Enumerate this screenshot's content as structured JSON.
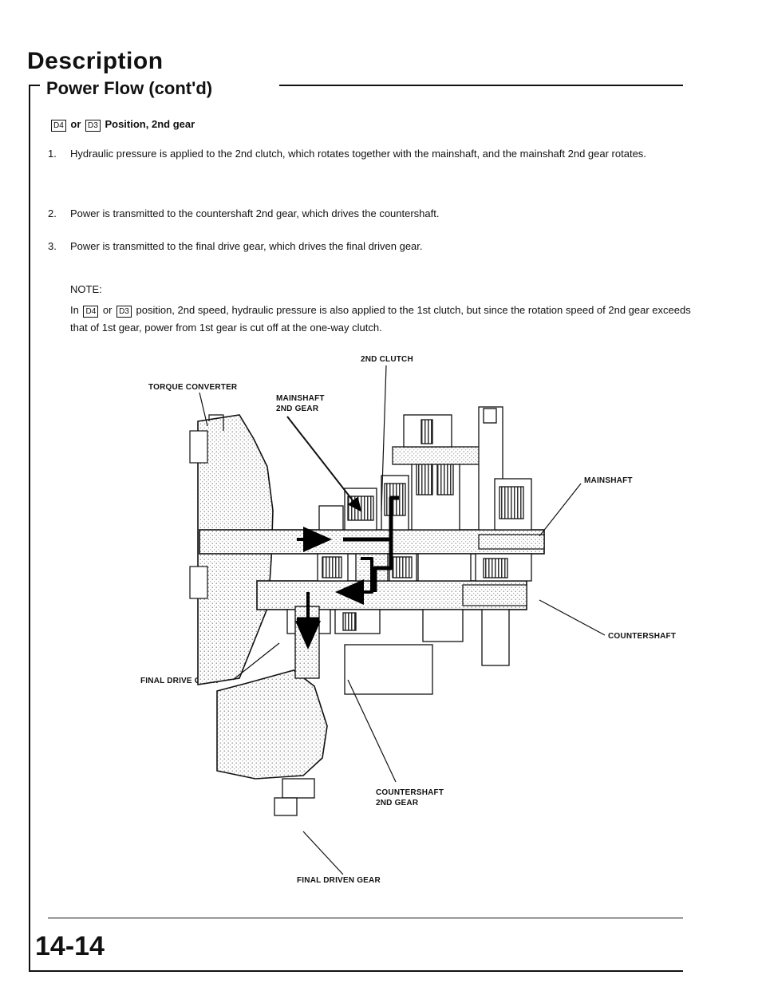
{
  "header": {
    "title": "Description",
    "section": "Power Flow (cont'd)"
  },
  "subhead": {
    "key1": "D4",
    "or_word": "or",
    "key2": "D3",
    "text": "Position, 2nd gear"
  },
  "steps": [
    {
      "num": "1.",
      "text": "Hydraulic pressure is applied to the 2nd clutch, which rotates together with the mainshaft, and the mainshaft 2nd gear rotates."
    },
    {
      "num": "2.",
      "text": "Power is transmitted to the countershaft 2nd gear, which drives the countershaft."
    },
    {
      "num": "3.",
      "text": "Power is transmitted to the final drive gear, which drives the final driven gear."
    }
  ],
  "note": {
    "heading": "NOTE:",
    "prefix": "In",
    "key1": "D4",
    "or_word": "or",
    "key2": "D3",
    "body": "position, 2nd speed, hydraulic pressure is also applied to the 1st clutch, but since the rotation speed of 2nd gear exceeds that of 1st gear, power from 1st gear is cut off at the one-way clutch."
  },
  "diagram": {
    "labels": {
      "clutch_2nd": "2ND CLUTCH",
      "torque_converter": "TORQUE CONVERTER",
      "mainshaft_2nd_gear_line1": "MAINSHAFT",
      "mainshaft_2nd_gear_line2": "2ND GEAR",
      "mainshaft": "MAINSHAFT",
      "countershaft": "COUNTERSHAFT",
      "final_drive_gear": "FINAL DRIVE GEAR",
      "countershaft_2nd_gear_line1": "COUNTERSHAFT",
      "countershaft_2nd_gear_line2": "2ND GEAR",
      "final_driven_gear": "FINAL DRIVEN GEAR"
    }
  },
  "footer": {
    "page_number": "14-14"
  }
}
